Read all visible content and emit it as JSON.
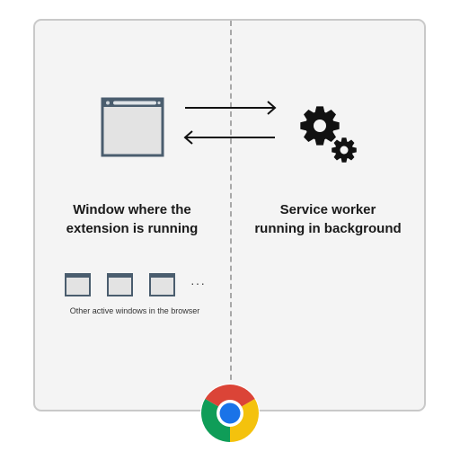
{
  "left_panel": {
    "heading": "Window where the\nextension is running",
    "other_windows_caption": "Other active windows in the browser",
    "ellipsis": "···"
  },
  "right_panel": {
    "heading": "Service worker\nrunning in background"
  },
  "icons": {
    "main_window": "browser-window-icon",
    "small_windows": [
      "browser-window-icon",
      "browser-window-icon",
      "browser-window-icon"
    ],
    "service_worker": "gears-icon",
    "browser": "chrome-logo"
  },
  "colors": {
    "window_border": "#4a5d6e",
    "window_fill": "#e3e3e3",
    "gear": "#111111",
    "chrome_red": "#db4437",
    "chrome_yellow": "#f4c20d",
    "chrome_green": "#0f9d58",
    "chrome_blue": "#4285f4"
  }
}
